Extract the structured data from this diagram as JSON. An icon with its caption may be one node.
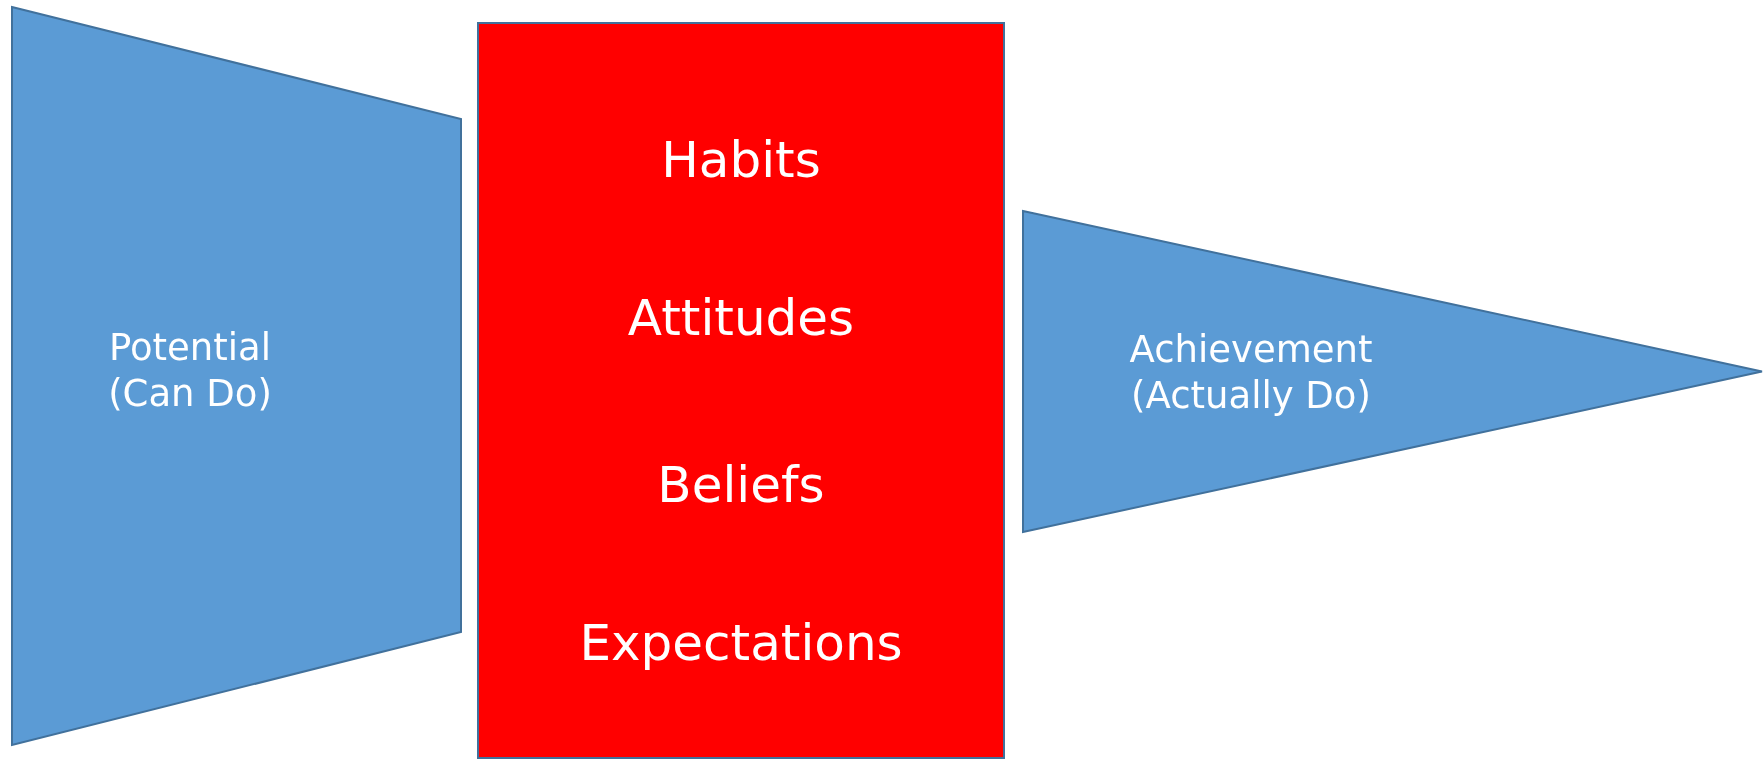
{
  "diagram": {
    "nodes": [
      {
        "text": [
          "Potential (Can Do)"
        ]
      },
      {
        "text": [
          "Habits",
          "Attitudes",
          "Beliefs",
          "Expectations"
        ]
      },
      {
        "text": [
          "Achievement (Actually Do)"
        ]
      }
    ]
  }
}
